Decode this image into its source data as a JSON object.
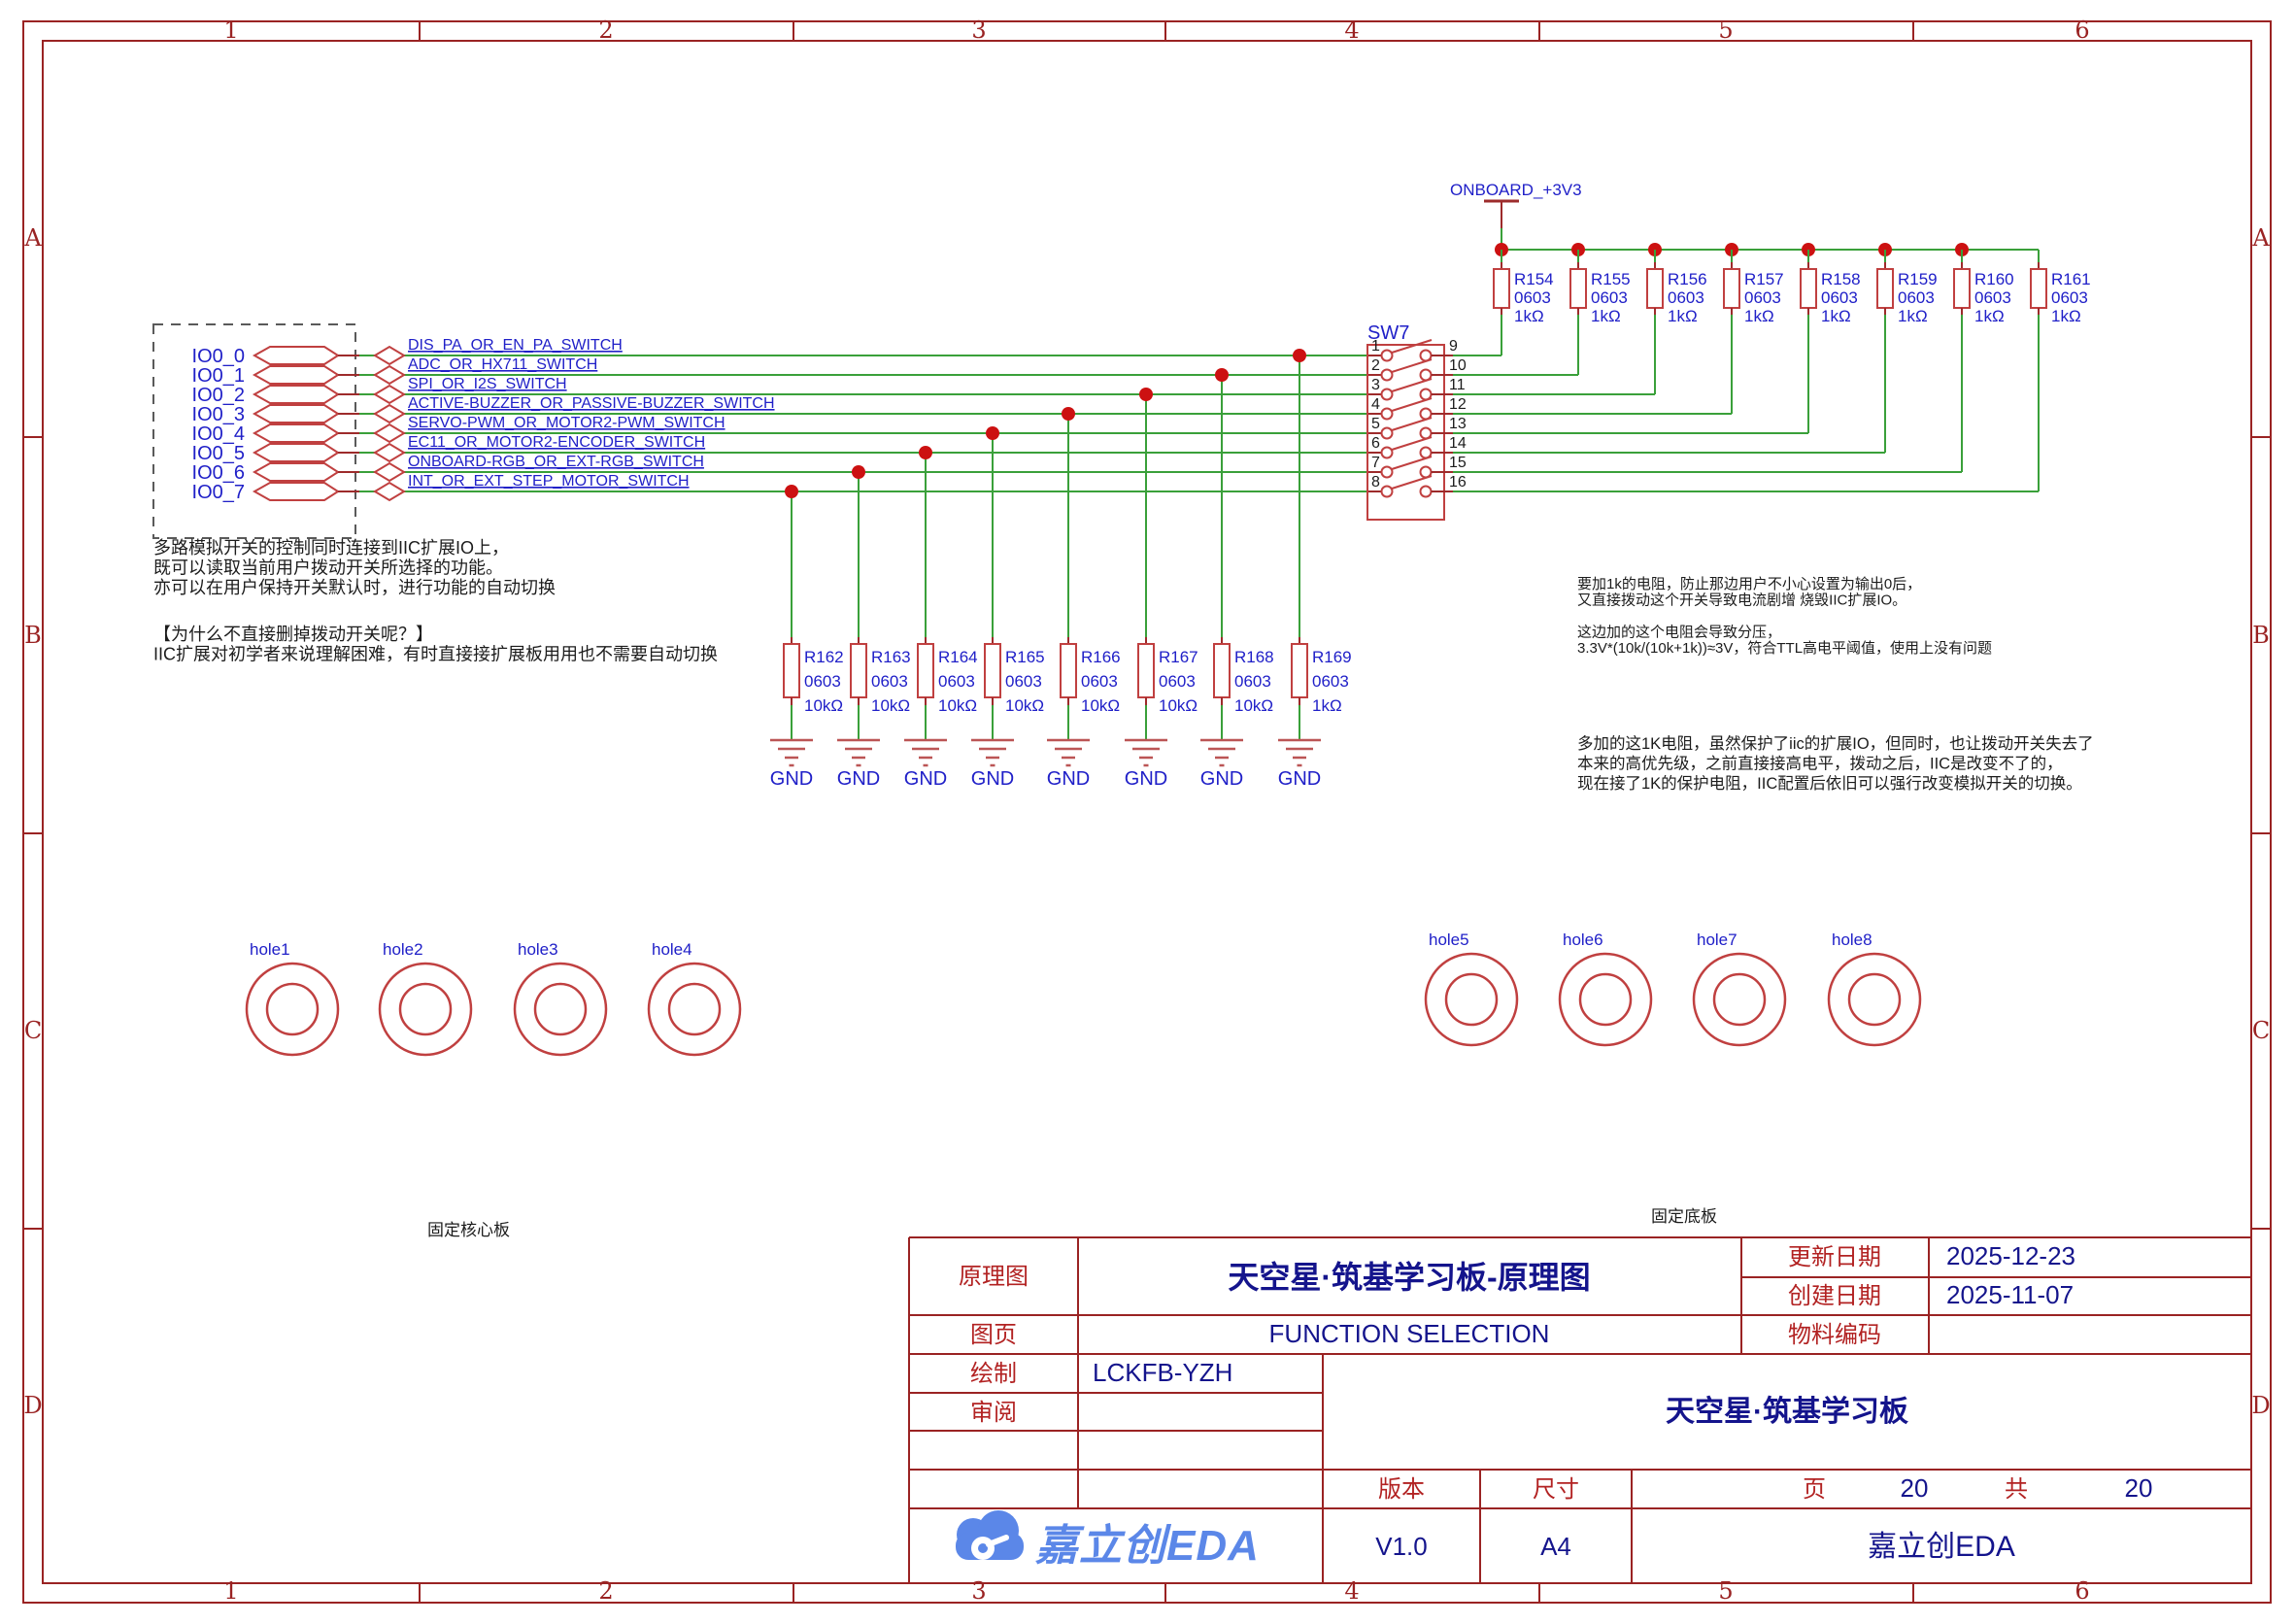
{
  "colors": {
    "frame": "#9a2323",
    "component": "#c04040",
    "comp_light": "#bb5555",
    "wire_green": "#3aa03a",
    "stub_red": "#9d2b2b",
    "junction": "#cc1111",
    "blue_label": "#2020c8",
    "navy_value": "#14148c",
    "title_red": "#b22222",
    "black_text": "#1c1c1c",
    "logo_blue": "#5b87e8",
    "dash_gray": "#5a5a5a"
  },
  "frame": {
    "columns": [
      "1",
      "2",
      "3",
      "4",
      "5",
      "6"
    ],
    "rows": [
      "A",
      "B",
      "C",
      "D"
    ]
  },
  "power": {
    "net": "ONBOARD_+3V3"
  },
  "sw7": {
    "ref": "SW7",
    "left_pins": [
      "1",
      "2",
      "3",
      "4",
      "5",
      "6",
      "7",
      "8"
    ],
    "right_pins": [
      "9",
      "10",
      "11",
      "12",
      "13",
      "14",
      "15",
      "16"
    ]
  },
  "signals": [
    {
      "port": "IO0_0",
      "net": "DIS_PA_OR_EN_PA_SWITCH"
    },
    {
      "port": "IO0_1",
      "net": "ADC_OR_HX711_SWITCH"
    },
    {
      "port": "IO0_2",
      "net": "SPI_OR_I2S_SWITCH"
    },
    {
      "port": "IO0_3",
      "net": "ACTIVE-BUZZER_OR_PASSIVE-BUZZER_SWITCH"
    },
    {
      "port": "IO0_4",
      "net": "SERVO-PWM_OR_MOTOR2-PWM_SWITCH"
    },
    {
      "port": "IO0_5",
      "net": "EC11_OR_MOTOR2-ENCODER_SWITCH"
    },
    {
      "port": "IO0_6",
      "net": "ONBOARD-RGB_OR_EXT-RGB_SWITCH"
    },
    {
      "port": "IO0_7",
      "net": "INT_OR_EXT_STEP_MOTOR_SWITCH"
    }
  ],
  "top_resistors": [
    {
      "ref": "R154",
      "package": "0603",
      "value": "1kΩ"
    },
    {
      "ref": "R155",
      "package": "0603",
      "value": "1kΩ"
    },
    {
      "ref": "R156",
      "package": "0603",
      "value": "1kΩ"
    },
    {
      "ref": "R157",
      "package": "0603",
      "value": "1kΩ"
    },
    {
      "ref": "R158",
      "package": "0603",
      "value": "1kΩ"
    },
    {
      "ref": "R159",
      "package": "0603",
      "value": "1kΩ"
    },
    {
      "ref": "R160",
      "package": "0603",
      "value": "1kΩ"
    },
    {
      "ref": "R161",
      "package": "0603",
      "value": "1kΩ"
    }
  ],
  "bottom_resistors": [
    {
      "ref": "R162",
      "package": "0603",
      "value": "10kΩ"
    },
    {
      "ref": "R163",
      "package": "0603",
      "value": "10kΩ"
    },
    {
      "ref": "R164",
      "package": "0603",
      "value": "10kΩ"
    },
    {
      "ref": "R165",
      "package": "0603",
      "value": "10kΩ"
    },
    {
      "ref": "R166",
      "package": "0603",
      "value": "10kΩ"
    },
    {
      "ref": "R167",
      "package": "0603",
      "value": "10kΩ"
    },
    {
      "ref": "R168",
      "package": "0603",
      "value": "10kΩ"
    },
    {
      "ref": "R169",
      "package": "0603",
      "value": "1kΩ"
    }
  ],
  "gnd_label": "GND",
  "holes": [
    "hole1",
    "hole2",
    "hole3",
    "hole4",
    "hole5",
    "hole6",
    "hole7",
    "hole8"
  ],
  "captions": {
    "core": "固定核心板",
    "base": "固定底板"
  },
  "notes": {
    "left1": [
      "多路模拟开关的控制同时连接到IIC扩展IO上，",
      "既可以读取当前用户拨动开关所选择的功能。",
      "亦可以在用户保持开关默认时，进行功能的自动切换"
    ],
    "left2": [
      "【为什么不直接删掉拨动开关呢？】",
      "IIC扩展对初学者来说理解困难，有时直接接扩展板用用也不需要自动切换"
    ],
    "right1": [
      "要加1k的电阻，防止那边用户不小心设置为输出0后，",
      "又直接拨动这个开关导致电流剧增 烧毁IIC扩展IO。",
      "",
      "这边加的这个电阻会导致分压，",
      "3.3V*(10k/(10k+1k))≈3V，符合TTL高电平阈值，使用上没有问题"
    ],
    "right2": [
      "多加的这1K电阻，虽然保护了iic的扩展IO，但同时，也让拨动开关失去了",
      "本来的高优先级，之前直接接高电平，拨动之后，IIC是改变不了的，",
      "现在接了1K的保护电阻，IIC配置后依旧可以强行改变模拟开关的切换。"
    ]
  },
  "title_block": {
    "sheet_label": "原理图",
    "sheet_name": "天空星·筑基学习板-原理图",
    "page_label": "图页",
    "page_name": "FUNCTION SELECTION",
    "drawn_label": "绘制",
    "drawn_by": "LCKFB-YZH",
    "review_label": "审阅",
    "review_by": "",
    "updated_label": "更新日期",
    "updated_date": "2025-12-23",
    "created_label": "创建日期",
    "created_date": "2025-11-07",
    "material_label": "物料编码",
    "material_code": "",
    "board_name": "天空星·筑基学习板",
    "version_label": "版本",
    "version": "V1.0",
    "size_label": "尺寸",
    "size": "A4",
    "page_word": "页",
    "page_num": "20",
    "total_word": "共",
    "total_num": "20",
    "company": "嘉立创EDA"
  },
  "logo": {
    "text": "嘉立创EDA"
  }
}
